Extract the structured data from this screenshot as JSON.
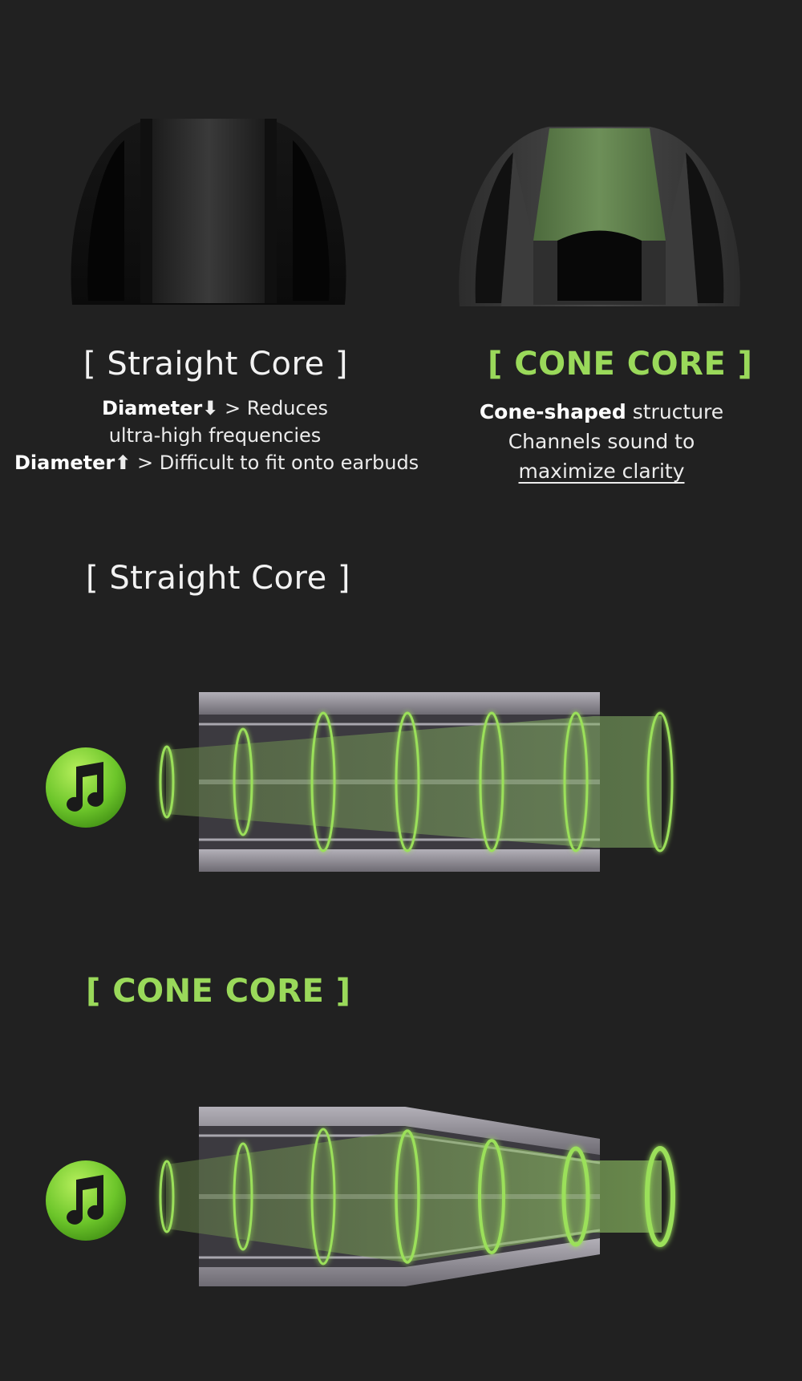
{
  "straight": {
    "title": "[ Straight Core ]",
    "line1_bold": "Diameter",
    "line1_arrow": "⬇",
    "line1_rest": " > Reduces",
    "line2": "ultra-high frequencies",
    "line3_bold": "Diameter",
    "line3_arrow": "⬆",
    "line3_rest": " > Difficult to fit onto earbuds",
    "section_title": "[ Straight Core ]"
  },
  "cone": {
    "title": "[ CONE CORE ]",
    "line1_bold": "Cone-shaped",
    "line1_rest": " structure",
    "line2": "Channels sound to",
    "line3": "maximize clarity",
    "section_title": "[ CONE CORE ]"
  },
  "colors": {
    "background": "#212121",
    "accent_green": "#9ad95a",
    "tube_gray": "#8a8790",
    "tip_core_green": "#5a7a48"
  },
  "icons": {
    "music": "music-note-icon"
  }
}
